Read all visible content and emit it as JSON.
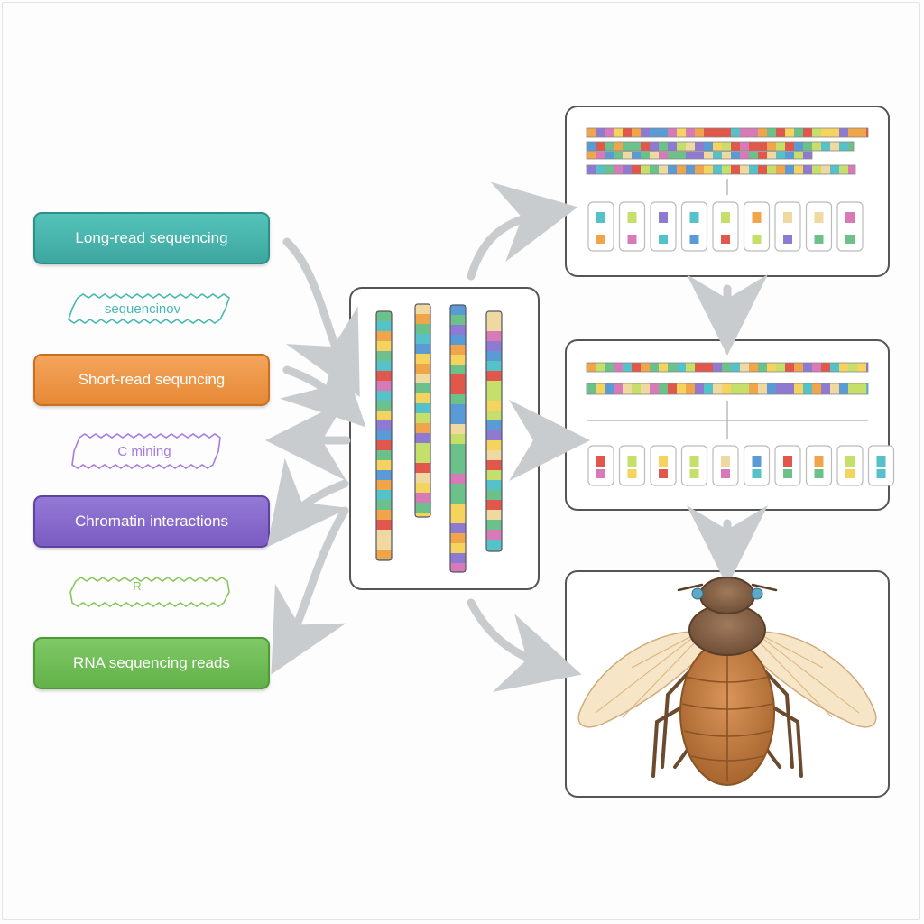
{
  "inputs": [
    {
      "label": "Long-read sequencing",
      "color": "#49b5ad"
    },
    {
      "label": "Short-read sequncing",
      "color": "#ee9646"
    },
    {
      "label": "Chromatin interactions",
      "color": "#8569cb"
    },
    {
      "label": "RNA sequencing reads",
      "color": "#6fbd56"
    }
  ],
  "read_glyphs": [
    {
      "label": "sequencinov",
      "color": "#46b8b0"
    },
    {
      "label": "C mining",
      "color": "#a77be0"
    },
    {
      "label": "R",
      "color": "#86c75b"
    }
  ],
  "palette": [
    "#e2574c",
    "#f1a54a",
    "#f4d35e",
    "#c6df6b",
    "#6cc18a",
    "#55c1c9",
    "#5b9bd5",
    "#8f7ad1",
    "#d879b8",
    "#f0d9a0"
  ],
  "icons": {
    "chromosome_panel": "chromosome-icon",
    "organism": "fly-icon",
    "arrow": "arrow-icon"
  },
  "arrow_color": "#c9ccce"
}
